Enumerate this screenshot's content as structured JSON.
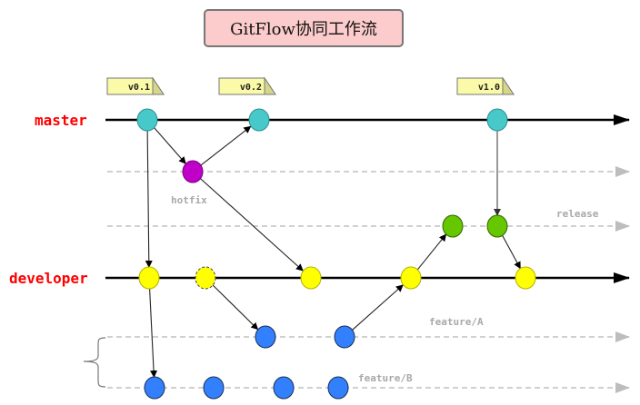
{
  "title": "GitFlow协同工作流",
  "colors": {
    "master_commit": "#48c9c9",
    "hotfix_commit": "#c000c8",
    "release_commit": "#66c600",
    "developer_commit": "#ffff00",
    "feature_commit": "#3380ff",
    "main_label": "#ff0000",
    "sub_label": "#a8a8a8",
    "tag_fill": "#fafaa8",
    "title_fill": "#fccbcb"
  },
  "branches": [
    {
      "id": "master",
      "label": "master",
      "kind": "main"
    },
    {
      "id": "hotfix",
      "label": "hotfix",
      "kind": "support"
    },
    {
      "id": "release",
      "label": "release",
      "kind": "support"
    },
    {
      "id": "developer",
      "label": "developer",
      "kind": "main"
    },
    {
      "id": "featureA",
      "label": "feature/A",
      "kind": "support"
    },
    {
      "id": "featureB",
      "label": "feature/B",
      "kind": "support"
    }
  ],
  "tags": [
    {
      "label": "v0.1",
      "commit": "m1"
    },
    {
      "label": "v0.2",
      "commit": "m2"
    },
    {
      "label": "v1.0",
      "commit": "m3"
    }
  ],
  "commits": [
    {
      "id": "m1",
      "branch": "master",
      "step": 1
    },
    {
      "id": "m2",
      "branch": "master",
      "step": 3
    },
    {
      "id": "m3",
      "branch": "master",
      "step": 7
    },
    {
      "id": "h1",
      "branch": "hotfix",
      "step": 2
    },
    {
      "id": "r1",
      "branch": "release",
      "step": 6
    },
    {
      "id": "r2",
      "branch": "release",
      "step": 7
    },
    {
      "id": "d1",
      "branch": "developer",
      "step": 1
    },
    {
      "id": "d2",
      "branch": "developer",
      "step": 2,
      "dashed": true
    },
    {
      "id": "d3",
      "branch": "developer",
      "step": 4
    },
    {
      "id": "d4",
      "branch": "developer",
      "step": 5
    },
    {
      "id": "d5",
      "branch": "developer",
      "step": 8
    },
    {
      "id": "fa1",
      "branch": "featureA",
      "step": 3
    },
    {
      "id": "fa2",
      "branch": "featureA",
      "step": 4
    },
    {
      "id": "fb1",
      "branch": "featureB",
      "step": 1
    },
    {
      "id": "fb2",
      "branch": "featureB",
      "step": 2
    },
    {
      "id": "fb3",
      "branch": "featureB",
      "step": 3
    },
    {
      "id": "fb4",
      "branch": "featureB",
      "step": 4
    }
  ],
  "edges": [
    {
      "from": "m1",
      "to": "h1",
      "arrow": true
    },
    {
      "from": "h1",
      "to": "m2",
      "arrow": true
    },
    {
      "from": "h1",
      "to": "d3",
      "arrow": true
    },
    {
      "from": "m1",
      "to": "d1",
      "arrow": true
    },
    {
      "from": "d1",
      "to": "fb1",
      "arrow": true
    },
    {
      "from": "d2",
      "to": "fa1",
      "arrow": true
    },
    {
      "from": "fa2",
      "to": "d4",
      "arrow": true
    },
    {
      "from": "d4",
      "to": "r1",
      "arrow": true
    },
    {
      "from": "m3",
      "to": "r2",
      "arrow": true,
      "gray": true
    },
    {
      "from": "r2",
      "to": "d5",
      "arrow": true
    }
  ]
}
